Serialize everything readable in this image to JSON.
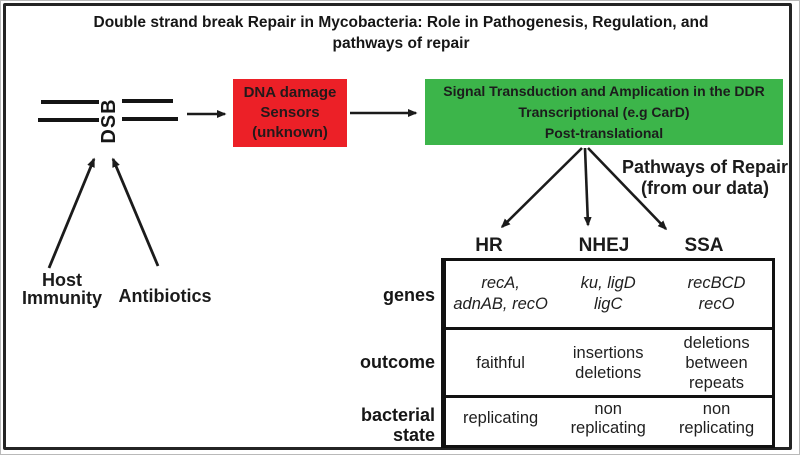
{
  "title": "Double strand break Repair in Mycobacteria: Role in Pathogenesis, Regulation, and\npathways of repair",
  "dsb_label": "DSB",
  "causes": {
    "host_immunity": "Host\nImmunity",
    "antibiotics": "Antibiotics"
  },
  "sensors_box": {
    "text": "DNA damage\nSensors\n(unknown)",
    "bg_color": "#ec2027",
    "text_color": "#24191a"
  },
  "signal_box": {
    "text": "Signal Transduction and Amplication in the DDR\nTranscriptional (e.g CarD)\nPost-translational",
    "bg_color": "#3cb54a",
    "text_color": "#1c1c1c"
  },
  "pathways_label": "Pathways of Repair\n(from our data)",
  "pathway_headers": [
    "HR",
    "NHEJ",
    "SSA"
  ],
  "table": {
    "row_labels": [
      "genes",
      "outcome",
      "bacterial\nstate"
    ],
    "rows": [
      {
        "label": "genes",
        "cells": [
          "recA,\nadnAB, recO",
          "ku, ligD\nligC",
          "recBCD\nrecO"
        ]
      },
      {
        "label": "outcome",
        "cells": [
          "faithful",
          "insertions\ndeletions",
          "deletions\nbetween\nrepeats"
        ]
      },
      {
        "label": "bacterial state",
        "cells": [
          "replicating",
          "non\nreplicating",
          "non\nreplicating"
        ]
      }
    ]
  }
}
